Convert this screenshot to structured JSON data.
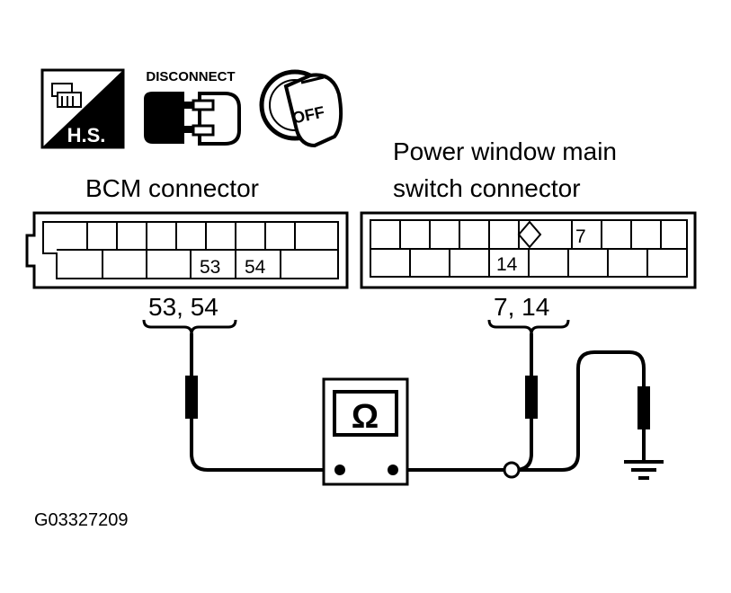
{
  "icons": {
    "harness_side": {
      "icon": "connector-harness-side-icon",
      "label": "H.S."
    },
    "disconnect": {
      "icon": "disconnect-connector-icon",
      "label": "DISCONNECT"
    },
    "ignition": {
      "icon": "ignition-key-off-icon",
      "label": "OFF"
    }
  },
  "bcm_connector": {
    "title": "BCM connector",
    "pins": [
      "53",
      "54"
    ],
    "probe_label": "53, 54"
  },
  "pw_switch_connector": {
    "title_line1": "Power window main",
    "title_line2": "switch connector",
    "pins": [
      "7",
      "14"
    ],
    "probe_label": "7, 14"
  },
  "meter": {
    "icon": "ohmmeter-icon",
    "symbol": "Ω"
  },
  "ground": {
    "icon": "ground-icon"
  },
  "figure_id": "G03327209",
  "colors": {
    "line": "#000000",
    "background": "#ffffff"
  }
}
